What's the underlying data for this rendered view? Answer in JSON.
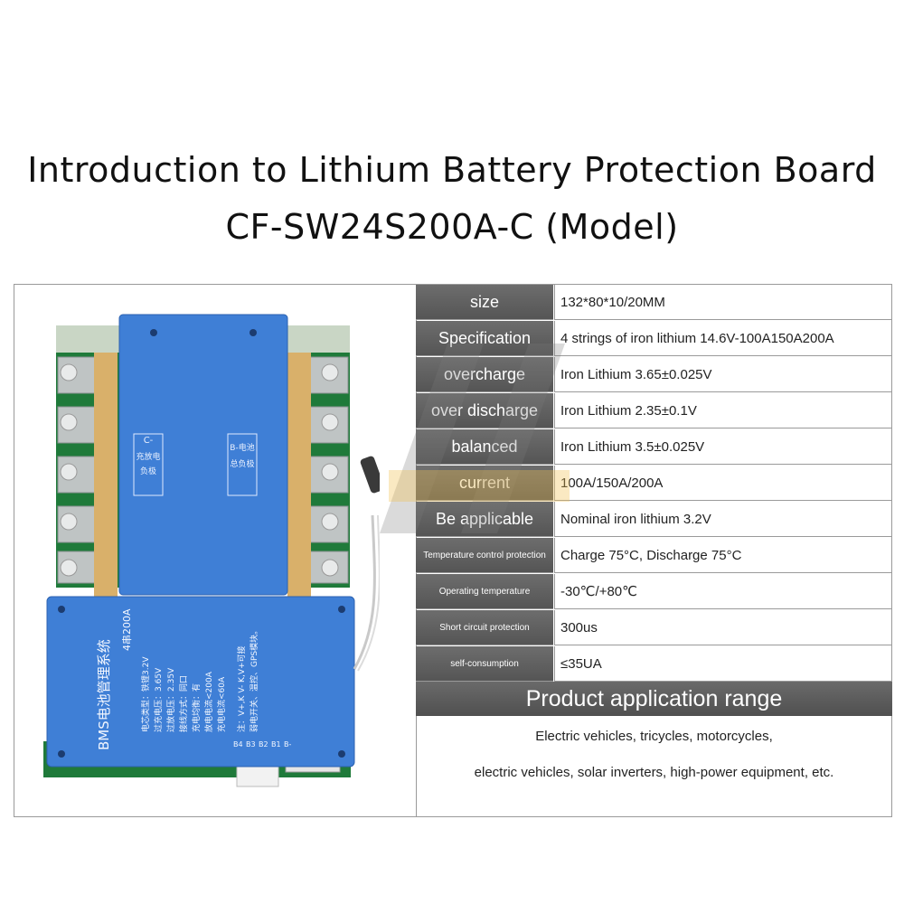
{
  "header": {
    "title_line1": "Introduction to Lithium Battery Protection Board",
    "title_line2": "CF-SW24S200A-C (Model)"
  },
  "spec_table": [
    {
      "label": "size",
      "value": "132*80*10/20MM"
    },
    {
      "label": "Specification",
      "value": "4 strings of iron lithium 14.6V-100A150A200A"
    },
    {
      "label": "overcharge",
      "value": "Iron Lithium 3.65±0.025V"
    },
    {
      "label": "over discharge",
      "value": "Iron Lithium 2.35±0.1V"
    },
    {
      "label": "balanced",
      "value": "Iron Lithium 3.5±0.025V"
    },
    {
      "label": "current",
      "value": "100A/150A/200A"
    },
    {
      "label": "Be applicable",
      "value": "Nominal iron lithium 3.2V"
    },
    {
      "label": "Temperature control protection",
      "value": "Charge 75°C, Discharge 75°C"
    },
    {
      "label": "Operating temperature",
      "value": "-30℃/+80℃"
    },
    {
      "label": "Short circuit protection",
      "value": "300us"
    },
    {
      "label": "self-consumption",
      "value": "≤35UA"
    }
  ],
  "application": {
    "heading": "Product application range",
    "line1": "Electric vehicles, tricycles, motorcycles,",
    "line2": "electric vehicles, solar inverters, high-power equipment, etc."
  },
  "board": {
    "top_left_label_1": "C-",
    "top_left_label_2": "充放电",
    "top_left_label_3": "负极",
    "top_right_label_1": "B-电池",
    "top_right_label_2": "总负极",
    "main_title": "BMS电池管理系统",
    "model": "4串200A",
    "spec_lines": [
      "电芯类型：铁锂3.2V",
      "过充电压：3.65V",
      "过放电压：2.35V",
      "接线方式：同口",
      "充电均衡：有",
      "放电电流<200A",
      "充电电流<60A"
    ],
    "note_1": "注：V+,K V- K,V+可接",
    "note_2": "弱电开关、温控、GPS模块。",
    "pins": [
      "B4",
      "B3",
      "B2",
      "B1",
      "B-"
    ],
    "colors": {
      "blue": "#3f7fd6",
      "pcb_green": "#1f7a3a",
      "gold": "#d9b06a"
    }
  }
}
